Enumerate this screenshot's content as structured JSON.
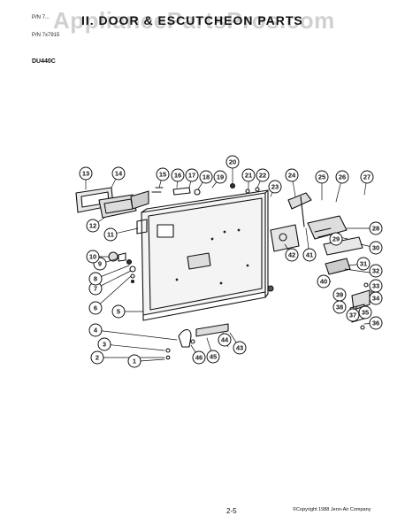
{
  "header": {
    "line1": "P/N 7...",
    "part_number": "P/N 7x7915",
    "title": "II. DOOR & ESCUTCHEON PARTS",
    "watermark": "AppliancePartsPros.com"
  },
  "model": "DU440C",
  "callouts": [
    "1",
    "2",
    "3",
    "4",
    "5",
    "6",
    "7",
    "8",
    "9",
    "10",
    "11",
    "12",
    "13",
    "14",
    "15",
    "16",
    "17",
    "18",
    "19",
    "20",
    "21",
    "22",
    "23",
    "24",
    "25",
    "26",
    "27",
    "28",
    "29",
    "30",
    "31",
    "32",
    "33",
    "34",
    "35",
    "36",
    "37",
    "38",
    "39",
    "40",
    "41",
    "42",
    "43",
    "44",
    "45",
    "46"
  ],
  "footer": {
    "page": "2-5",
    "copyright": "©Copyright 1988 Jenn-Air Company"
  }
}
